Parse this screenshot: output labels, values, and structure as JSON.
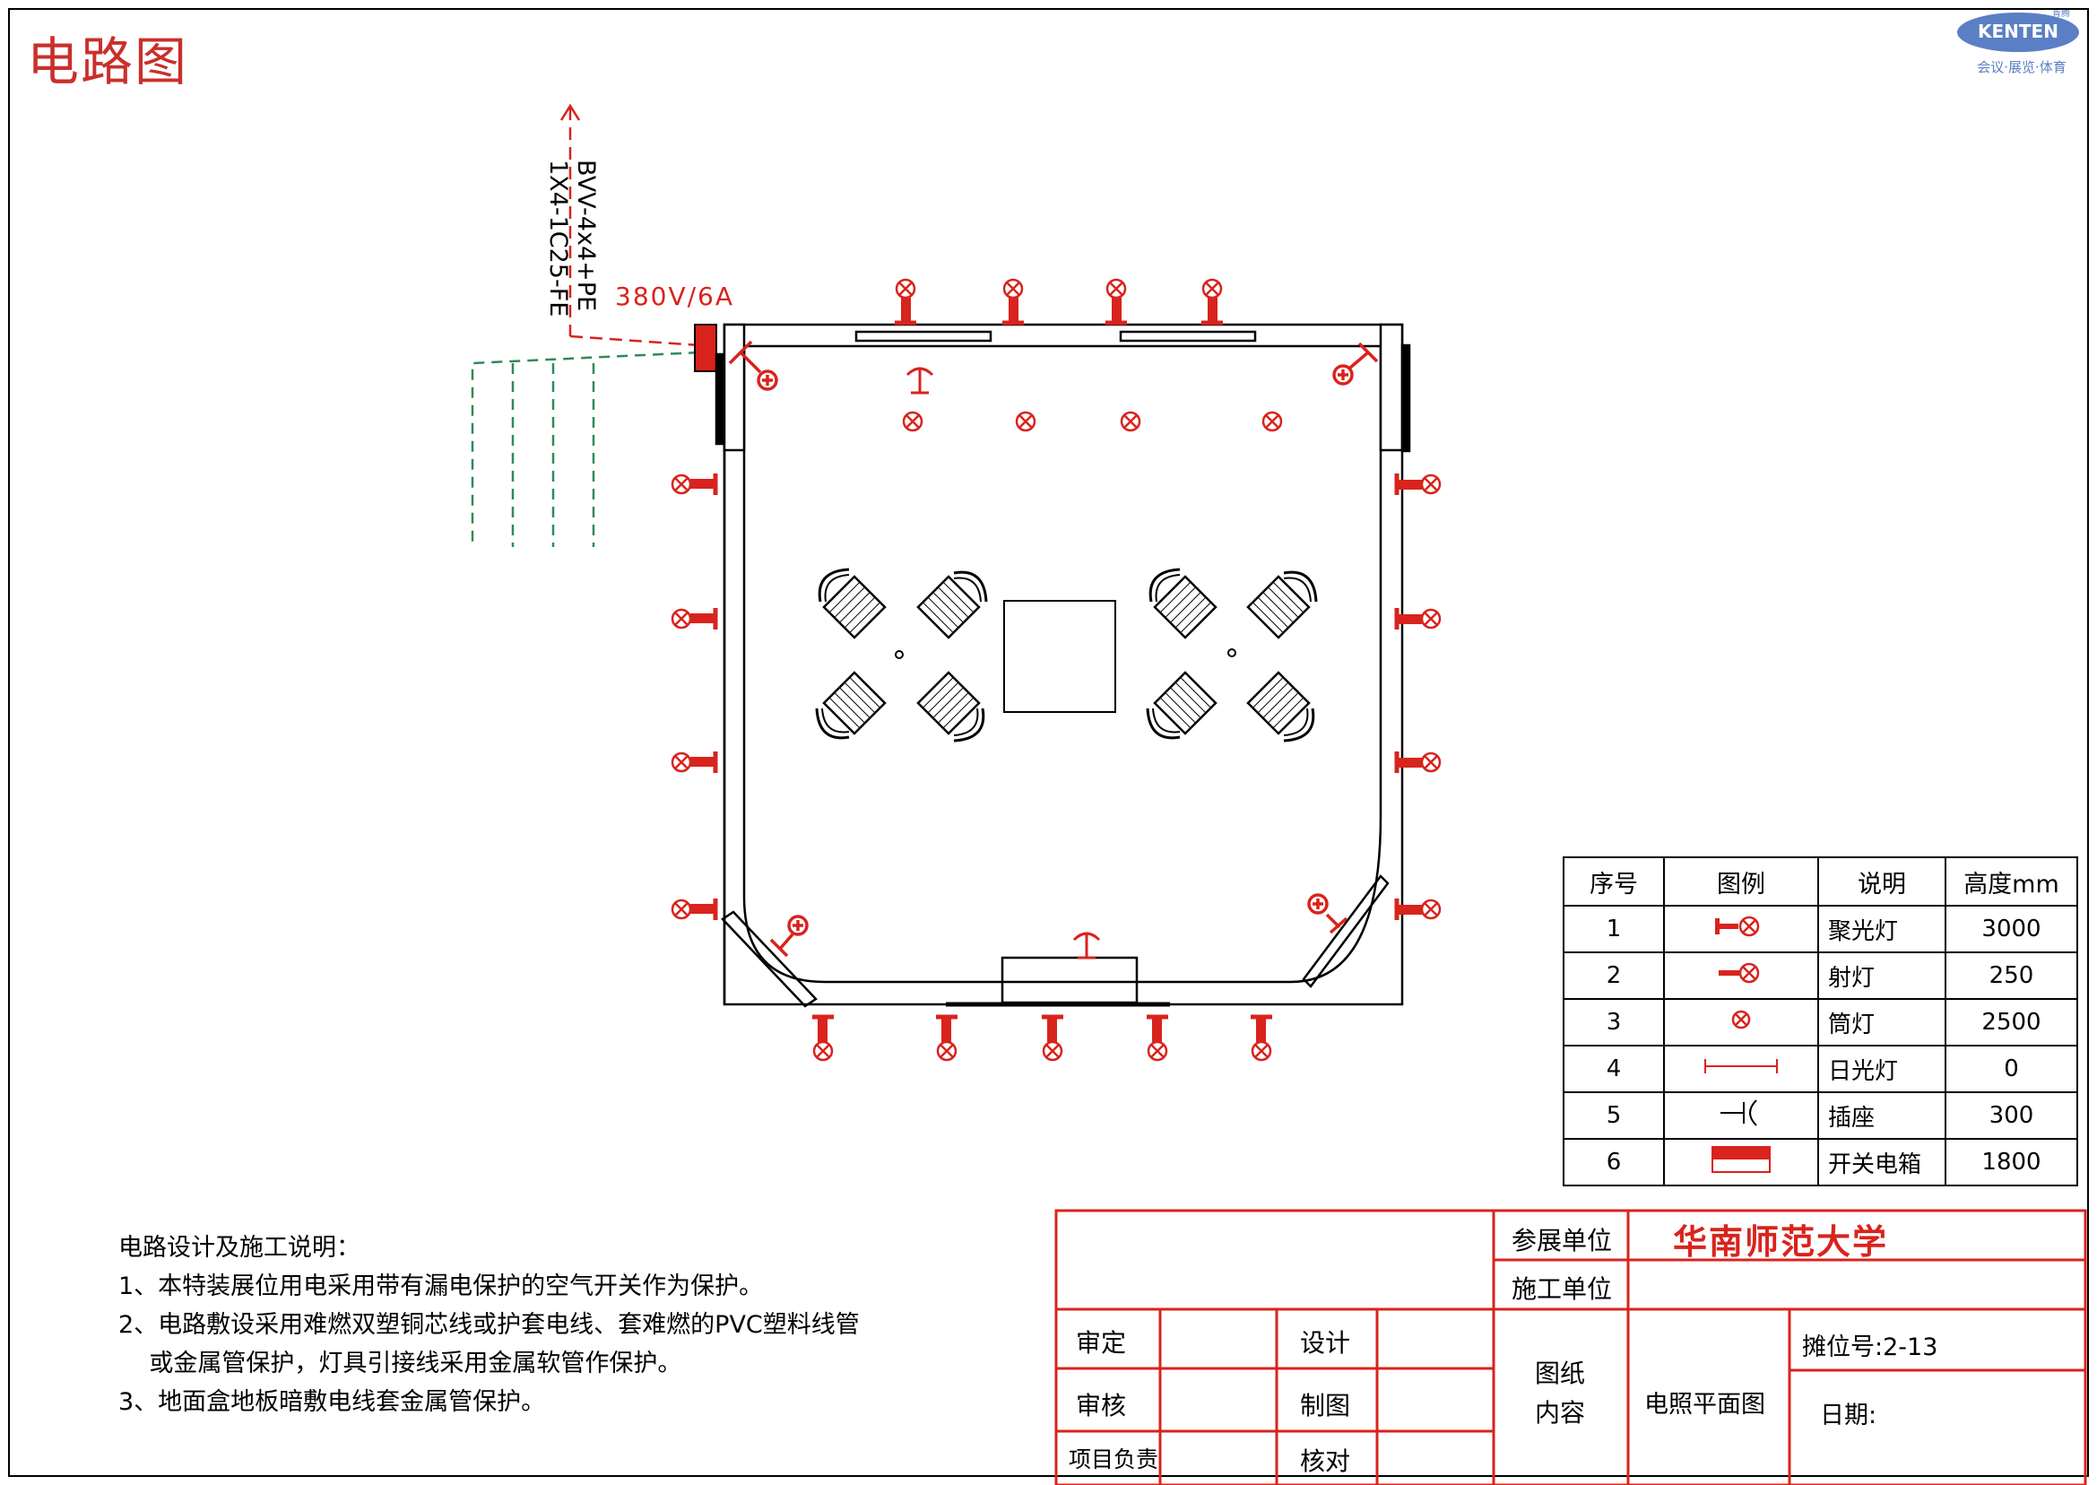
{
  "title": "电路图",
  "logo": {
    "brand": "KENTEN",
    "sub": "会议·展览·体育",
    "top": "肯腾"
  },
  "cable": {
    "line1": "BVV-4x4+PE",
    "line2": "1X4-1C25-FE",
    "power": "380V/6A"
  },
  "legend": {
    "headers": [
      "序号",
      "图例",
      "说明",
      "高度mm"
    ],
    "rows": [
      {
        "no": "1",
        "icon": "spotlight-icon",
        "desc": "聚光灯",
        "height": "3000"
      },
      {
        "no": "2",
        "icon": "shot-light-icon",
        "desc": "射灯",
        "height": "250"
      },
      {
        "no": "3",
        "icon": "downlight-icon",
        "desc": "筒灯",
        "height": "2500"
      },
      {
        "no": "4",
        "icon": "fluorescent-light-icon",
        "desc": "日光灯",
        "height": "0"
      },
      {
        "no": "5",
        "icon": "socket-icon",
        "desc": "插座",
        "height": "300"
      },
      {
        "no": "6",
        "icon": "switch-box-icon",
        "desc": "开关电箱",
        "height": "1800"
      }
    ]
  },
  "notes": {
    "heading": "电路设计及施工说明：",
    "items": [
      "1、本特装展位用电采用带有漏电保护的空气开关作为保护。",
      "2、电路敷设采用难燃双塑铜芯线或护套电线、套难燃的PVC塑料线管",
      "    或金属管保护，灯具引接线采用金属软管作保护。",
      "3、地面盒地板暗敷电线套金属管保护。"
    ]
  },
  "title_block": {
    "exhibitor_label": "参展单位",
    "exhibitor_value": "华南师范大学",
    "contractor_label": "施工单位",
    "contractor_value": "",
    "approve": "审定",
    "design": "设计",
    "review": "审核",
    "draw": "制图",
    "project_lead": "项目负责",
    "check": "核对",
    "drawing_label_1": "图纸",
    "drawing_label_2": "内容",
    "drawing_content": "电照平面图",
    "booth_no": "摊位号:2-13",
    "date_label": "日期:"
  },
  "colors": {
    "accent": "#d9231d",
    "line": "#000000",
    "dashed": "#2e8b57",
    "logo": "#4a6fb5"
  }
}
